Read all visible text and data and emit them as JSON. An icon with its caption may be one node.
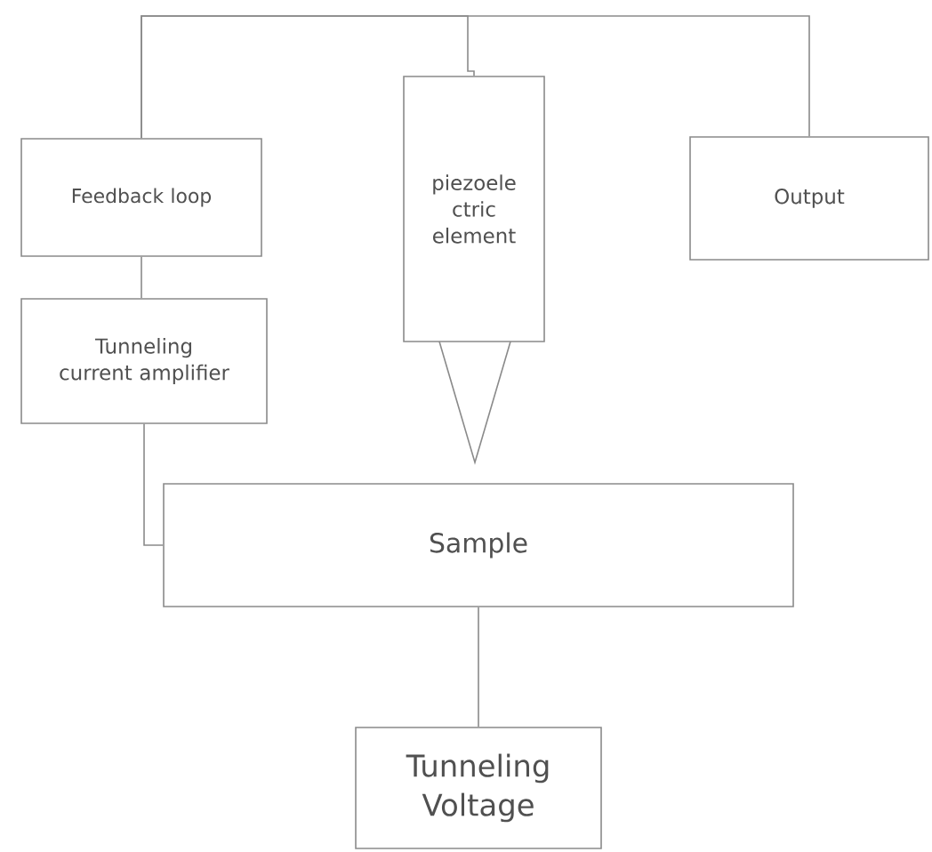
{
  "diagram": {
    "nodes": [
      {
        "text": [
          "Feedback loop"
        ]
      },
      {
        "text": [
          "piezoele ctric element"
        ]
      },
      {
        "text": [
          "Output"
        ]
      },
      {
        "text": [
          "Tunneling current amplifier"
        ]
      },
      {
        "text": [
          "Sample"
        ]
      },
      {
        "text": [
          "Tunneling Voltage"
        ]
      }
    ],
    "edges": [
      {
        "from": 0,
        "to": 1,
        "arrow": "none"
      },
      {
        "from": 0,
        "to": 2,
        "arrow": "none"
      },
      {
        "from": 0,
        "to": 3,
        "arrow": "none"
      },
      {
        "from": 3,
        "to": 4,
        "arrow": "none"
      },
      {
        "from": 4,
        "to": 5,
        "arrow": "none"
      }
    ]
  }
}
